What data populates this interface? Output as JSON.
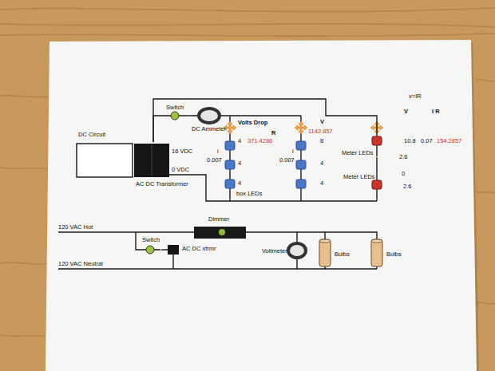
{
  "diagram": {
    "nodes": [
      {
        "text": [
          "DC Circuit"
        ]
      },
      {
        "text": [
          "AC DC Transformer"
        ]
      },
      {
        "text": [
          "Switch"
        ]
      },
      {
        "text": [
          "DC Ammeter"
        ]
      },
      {
        "text": [
          "box LEDs"
        ]
      },
      {
        "text": [
          "Meter LEDs"
        ]
      },
      {
        "text": [
          "Meter LEDs"
        ]
      },
      {
        "text": [
          "Dimmer"
        ]
      },
      {
        "text": [
          "Switch"
        ]
      },
      {
        "text": [
          "AC DC xfrmr"
        ]
      },
      {
        "text": [
          "Voltmeter"
        ]
      },
      {
        "text": [
          "Bulbs"
        ]
      },
      {
        "text": [
          "Bulbs"
        ]
      }
    ],
    "edges": [
      {
        "from": 7,
        "to": 10,
        "arrow": "none"
      },
      {
        "from": 10,
        "to": 11,
        "arrow": "none"
      },
      {
        "from": 11,
        "to": 12,
        "arrow": "none"
      },
      {
        "from": 8,
        "to": 9,
        "arrow": "none"
      },
      {
        "from": 1,
        "to": 2,
        "arrow": "none"
      },
      {
        "from": 2,
        "to": 3,
        "arrow": "none"
      },
      {
        "from": 1,
        "to": 5,
        "arrow": "none"
      },
      {
        "from": 5,
        "to": 6,
        "arrow": "none"
      }
    ],
    "labels": [
      "16 VDC",
      "0 VDC",
      "Volts Drop",
      "V",
      "v=IR",
      "V",
      "I R",
      "R",
      "4",
      "371.4286",
      "1142.857",
      "8",
      "10.8",
      "0.07",
      "154.2857",
      "i",
      "0.007",
      "i",
      "0.007",
      "2.6",
      "4",
      "4",
      "0",
      "4",
      "4",
      "2.6",
      "120 VAC Hot",
      "120 VAC Neutral"
    ]
  }
}
